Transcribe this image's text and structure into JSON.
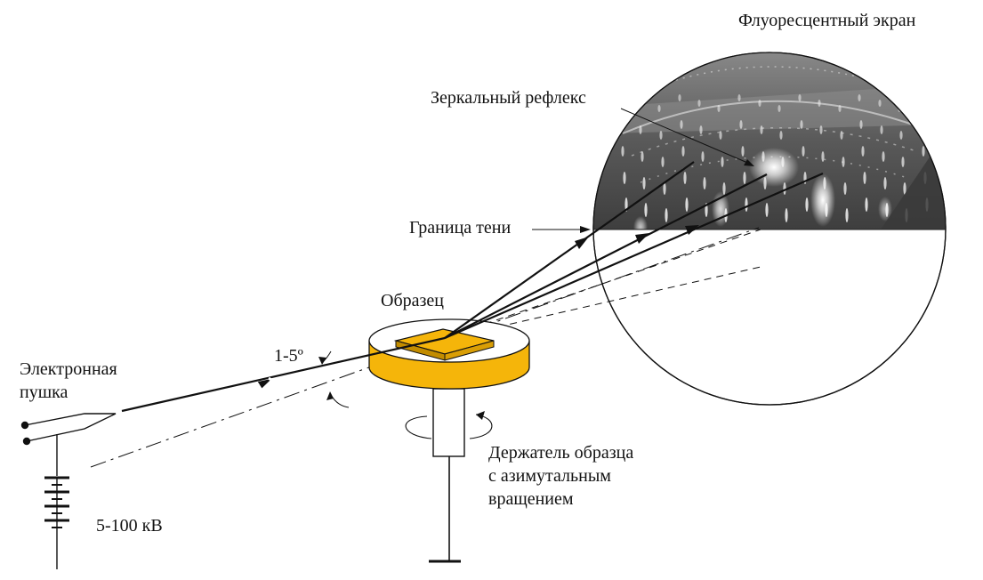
{
  "labels": {
    "screen": "Флуоресцентный экран",
    "specular": "Зеркальный рефлекс",
    "shadow_edge": "Граница тени",
    "sample": "Образец",
    "gun_line1": "Электронная",
    "gun_line2": "пушка",
    "angle": "1-5º",
    "voltage": "5-100 кВ",
    "holder_line1": "Держатель образца",
    "holder_line2": "с азимутальным",
    "holder_line3": "вращением"
  },
  "colors": {
    "sample_base": "#F5B50A",
    "sample_edge": "#7A5A00",
    "ink": "#111111",
    "screen_dark": "#4a4a4a",
    "screen_mid": "#7a7a7a",
    "streak": "#ffffff"
  },
  "icons": [
    "battery-icon",
    "rotation-arrow-icon",
    "arrowhead-icon"
  ]
}
